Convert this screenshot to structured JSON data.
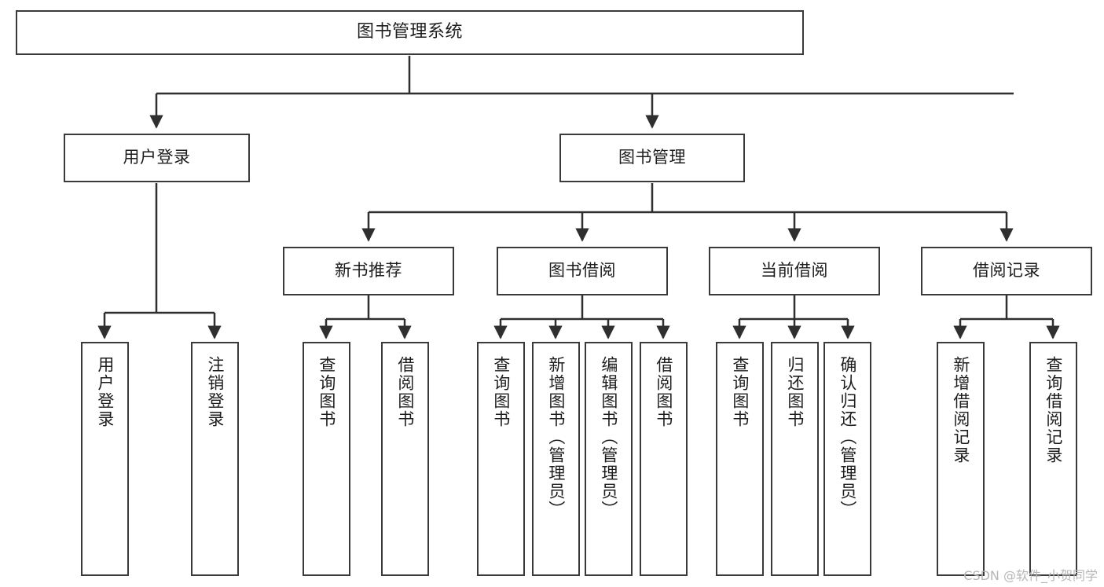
{
  "diagram": {
    "type": "tree-structure-chart",
    "title": "图书管理系统",
    "orientation": "top-down",
    "colors": {
      "background": "#ffffff",
      "box_border": "#3a3a3a",
      "box_fill": "#ffffff",
      "text": "#1d1d1d",
      "edge": "#2f2f2f",
      "watermark": "#b6b6b6"
    },
    "watermark": "CSDN @软件_小贺同学"
  },
  "nodes": {
    "root": {
      "label": "图书管理系统"
    },
    "level2": [
      {
        "label": "用户登录"
      },
      {
        "label": "图书管理"
      }
    ],
    "level3": [
      {
        "label": "新书推荐"
      },
      {
        "label": "图书借阅"
      },
      {
        "label": "当前借阅"
      },
      {
        "label": "借阅记录"
      }
    ],
    "leaves": {
      "user_login": [
        {
          "label": "用户登录"
        },
        {
          "label": "注销登录"
        }
      ],
      "new_book_recommend": [
        {
          "label": "查询图书"
        },
        {
          "label": "借阅图书"
        }
      ],
      "book_borrow": [
        {
          "label": "查询图书"
        },
        {
          "label": "新增图书（管理员）"
        },
        {
          "label": "编辑图书（管理员）"
        },
        {
          "label": "借阅图书"
        }
      ],
      "current_borrow": [
        {
          "label": "查询图书"
        },
        {
          "label": "归还图书"
        },
        {
          "label": "确认归还（管理员）"
        }
      ],
      "borrow_record": [
        {
          "label": "新增借阅记录"
        },
        {
          "label": "查询借阅记录"
        }
      ]
    }
  }
}
